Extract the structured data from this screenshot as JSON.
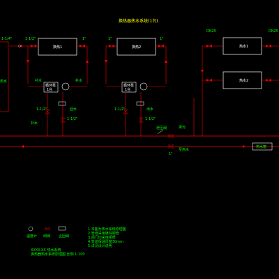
{
  "title": "换热器热水系统(1台)",
  "labels": {
    "unit_a1": "换热1",
    "unit_a2": "换热2",
    "unit_b1": "热水1",
    "unit_b2": "热水2",
    "unit_left": "热水",
    "pump_a": "循环泵",
    "pump_b": "循环泵",
    "pump_a_sub": "1台",
    "pump_b_sub": "1台",
    "pipe_a_l": "1-1/2\"",
    "pipe_a_r": "1\"",
    "pipe_b_l": "1\"",
    "pipe_b_r": "1\"",
    "pipe_left": "1-1/4\"",
    "dn_1": "DN25",
    "dn_2": "DN25",
    "size_a": "1-1/2\"",
    "size_a2": "1-1/2\"",
    "size_b": "1-1/2\"",
    "size_b2": "1-1/2\"",
    "side_a": "补水",
    "side_b": "补水",
    "side_c": "补水",
    "drain": "排污",
    "main_right": "至热水",
    "tank": "热水箱",
    "gauge_label": "温度计",
    "left_side": "热水",
    "valve_size": "1\"",
    "relief": "泄压阀",
    "out_label": "出水",
    "in_label": "回水"
  },
  "legend": {
    "items": [
      "温度计",
      "闸阀",
      "止回阀"
    ],
    "note_1": "1.本图为热水系统原理图",
    "note_2": "2.管道采用镀锌钢管",
    "note_3": "3.阀门均采用铜质",
    "note_4": "4.管道保温厚度30mm",
    "note_5": "5.详见设计说明",
    "foot_1": "XXXX-XX 热水系统",
    "foot_2": "换热器热水系统原理图 比例 1:100"
  },
  "colors": {
    "pipe": "#ff0000",
    "text": "#00ff00",
    "equipment": "#ffffff",
    "title": "#ffff00"
  }
}
